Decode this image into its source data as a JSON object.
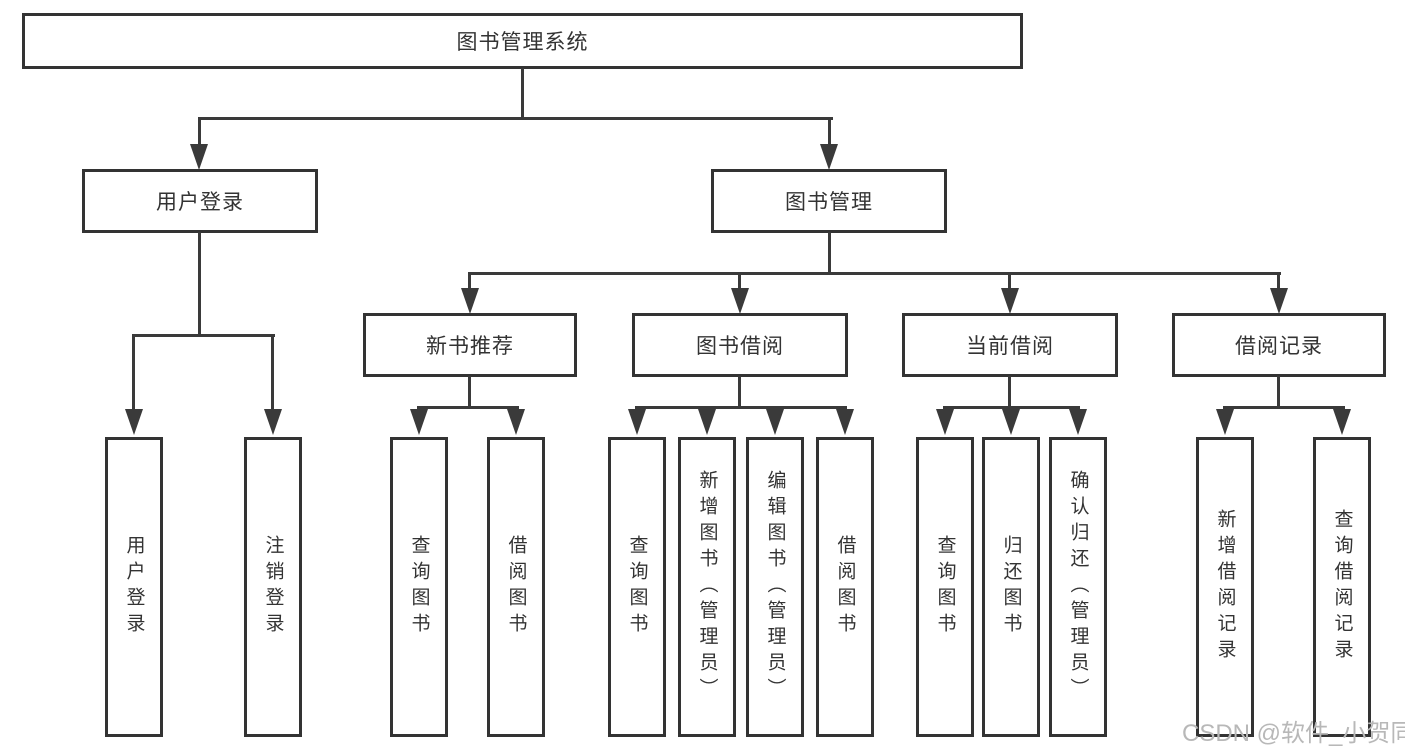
{
  "nodes": {
    "root": "图书管理系统",
    "level2": {
      "user_login": "用户登录",
      "book_mgmt": "图书管理"
    },
    "level3": {
      "new_book_rec": "新书推荐",
      "book_borrow": "图书借阅",
      "current_borrow": "当前借阅",
      "borrow_record": "借阅记录"
    },
    "leaves": {
      "user_login": "用户登录",
      "logout": "注销登录",
      "rec_query": "查询图书",
      "rec_borrow": "借阅图书",
      "bb_query": "查询图书",
      "bb_add": "新增图书（管理员）",
      "bb_edit": "编辑图书（管理员）",
      "bb_borrow": "借阅图书",
      "cb_query": "查询图书",
      "cb_return": "归还图书",
      "cb_confirm": "确认归还（管理员）",
      "br_add": "新增借阅记录",
      "br_query": "查询借阅记录"
    }
  },
  "watermark": "CSDN @软件_小贺同学",
  "colors": {
    "line": "#3a3a3a",
    "border": "#333333",
    "text": "#333333",
    "watermark": "#b8b8b8",
    "background": "#ffffff"
  }
}
